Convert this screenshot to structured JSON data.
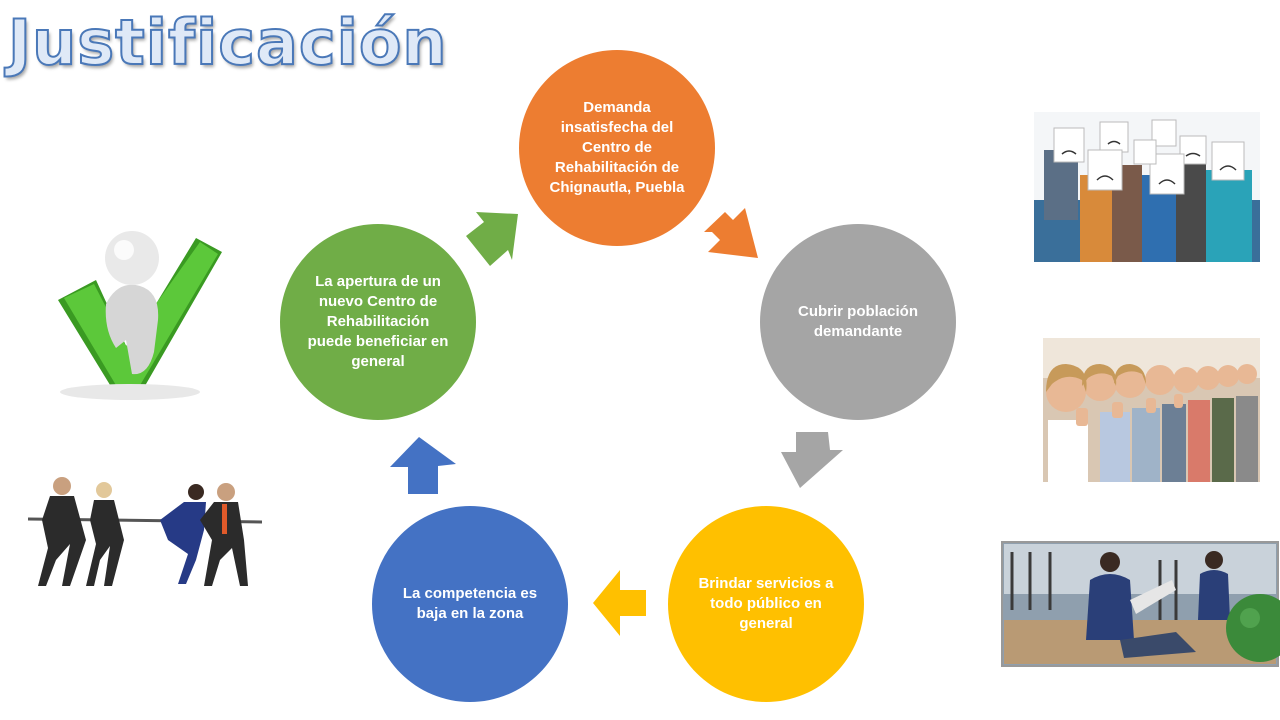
{
  "title": "Justificación",
  "nodes": [
    {
      "label": "Demanda insatisfecha del Centro de Rehabilitación de Chignautla, Puebla",
      "color": "#ed7d31"
    },
    {
      "label": "Cubrir población demandante",
      "color": "#a5a5a5"
    },
    {
      "label": "Brindar servicios a todo público en general",
      "color": "#ffc000"
    },
    {
      "label": "La competencia es baja en la zona",
      "color": "#4472c4"
    },
    {
      "label": "La apertura de un nuevo Centro de Rehabilitación puede beneficiar en general",
      "color": "#70ad47"
    }
  ],
  "colors": {
    "title_outline": "#4a78b8",
    "title_fill": "#dfe9f7",
    "check": "#4cb52e"
  },
  "icons": [
    "checkmark-person-icon",
    "tug-of-war-business-icon",
    "sad-faces-people-photo",
    "thumbs-up-people-photo",
    "physiotherapy-photo"
  ]
}
